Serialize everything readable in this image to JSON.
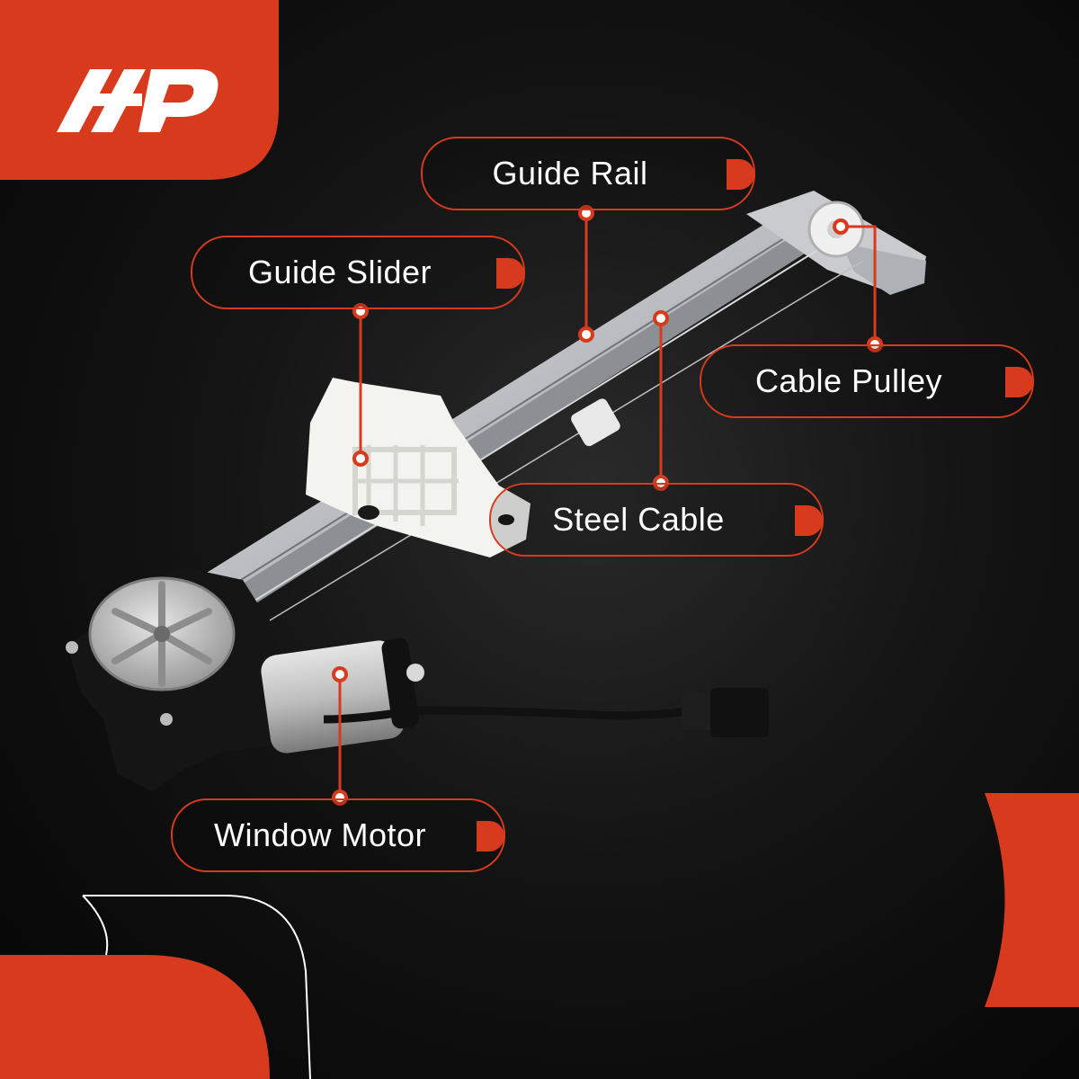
{
  "brand": {
    "name": "A-Premium",
    "accent_color": "#d73a1c"
  },
  "callouts": {
    "guide_rail": "Guide Rail",
    "guide_slider": "Guide Slider",
    "cable_pulley": "Cable Pulley",
    "steel_cable": "Steel Cable",
    "window_motor": "Window Motor"
  },
  "product": {
    "icon": "window-regulator-with-motor"
  }
}
